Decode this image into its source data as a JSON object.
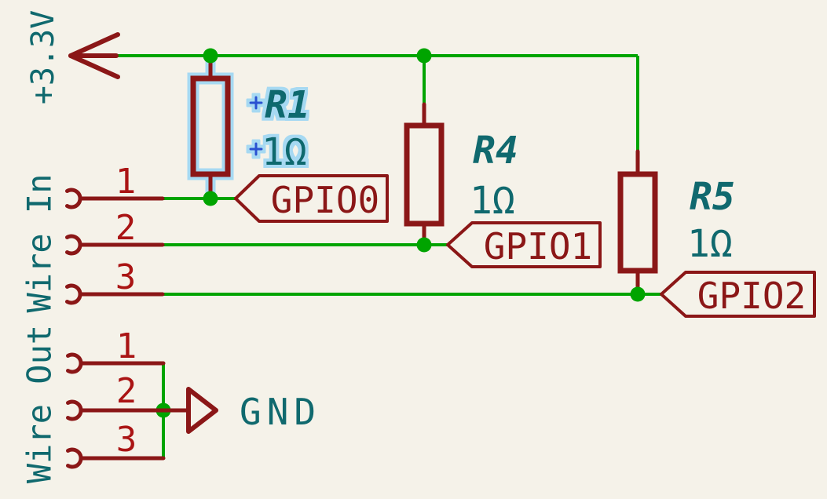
{
  "colors": {
    "background": "#f5f2e9",
    "wire": "#00a400",
    "symbol": "#8b1717",
    "pin_number": "#aa1414",
    "field_text": "#10696e",
    "label_text": "#8b1717",
    "selection_halo": "#a6d9f2",
    "field_anchor": "#2b51d1"
  },
  "power_rail": {
    "label": "+3.3V"
  },
  "ground": {
    "label": "GND"
  },
  "resistors": [
    {
      "ref": "R1",
      "value": "1Ω",
      "selected": true
    },
    {
      "ref": "R4",
      "value": "1Ω",
      "selected": false
    },
    {
      "ref": "R5",
      "value": "1Ω",
      "selected": false
    }
  ],
  "net_labels": [
    {
      "text": "GPIO0"
    },
    {
      "text": "GPIO1"
    },
    {
      "text": "GPIO2"
    }
  ],
  "connectors": [
    {
      "name": "Wire In",
      "pins": [
        {
          "number": "1"
        },
        {
          "number": "2"
        },
        {
          "number": "3"
        }
      ]
    },
    {
      "name": "Wire Out",
      "pins": [
        {
          "number": "1"
        },
        {
          "number": "2"
        },
        {
          "number": "3"
        }
      ]
    }
  ]
}
